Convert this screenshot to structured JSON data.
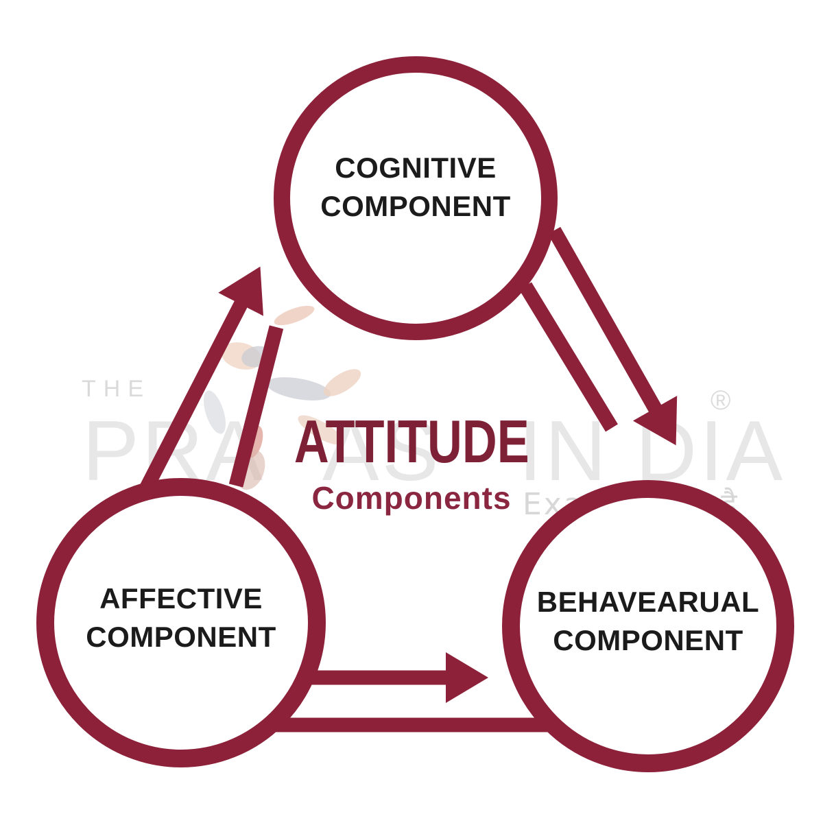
{
  "title": {
    "main": "ATTITUDE",
    "subtitle": "Components"
  },
  "nodes": [
    {
      "id": "cognitive",
      "lines": [
        "COGNITIVE",
        "COMPONENT"
      ]
    },
    {
      "id": "affective",
      "lines": [
        "AFFECTIVE",
        "COMPONENT"
      ]
    },
    {
      "id": "behavioural",
      "lines": [
        "BEHAVEARUAL",
        "COMPONENT"
      ]
    }
  ],
  "edges": [
    {
      "from": "affective",
      "to": "cognitive",
      "style": "double-line-arrow",
      "direction": "up-right"
    },
    {
      "from": "cognitive",
      "to": "behavioural",
      "style": "double-line-arrow",
      "direction": "down-right"
    },
    {
      "from": "affective",
      "to": "behavioural",
      "style": "double-line-arrow",
      "direction": "right"
    }
  ],
  "watermark": {
    "the": "THE",
    "brand_left": "PRA",
    "brand_mid": "AS",
    "brand_right": "IN DIA",
    "registered": "®",
    "tagline": "Exam आसान है"
  },
  "colors": {
    "maroon": "#8C2139",
    "title_maroon": "#7E2136",
    "subtitle_maroon": "#8A2640",
    "label_black": "#1B1B1B",
    "watermark_gray": "#E6E6E6",
    "background": "#FFFFFF"
  }
}
